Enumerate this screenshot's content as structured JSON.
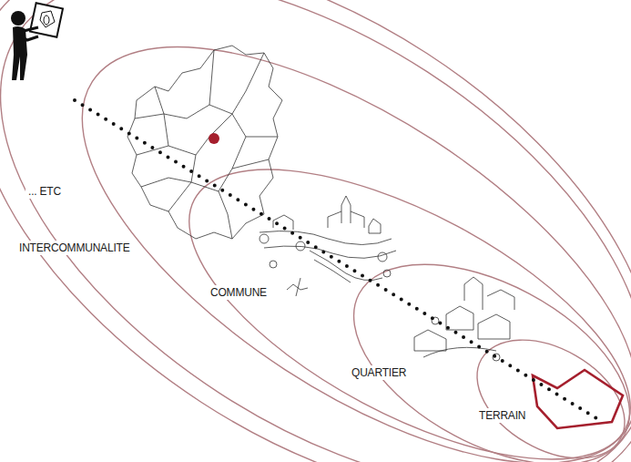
{
  "diagram": {
    "labels": [
      "... ETC",
      "INTERCOMMUNALITE",
      "COMMUNE",
      "QUARTIER",
      "TERRAIN"
    ]
  }
}
